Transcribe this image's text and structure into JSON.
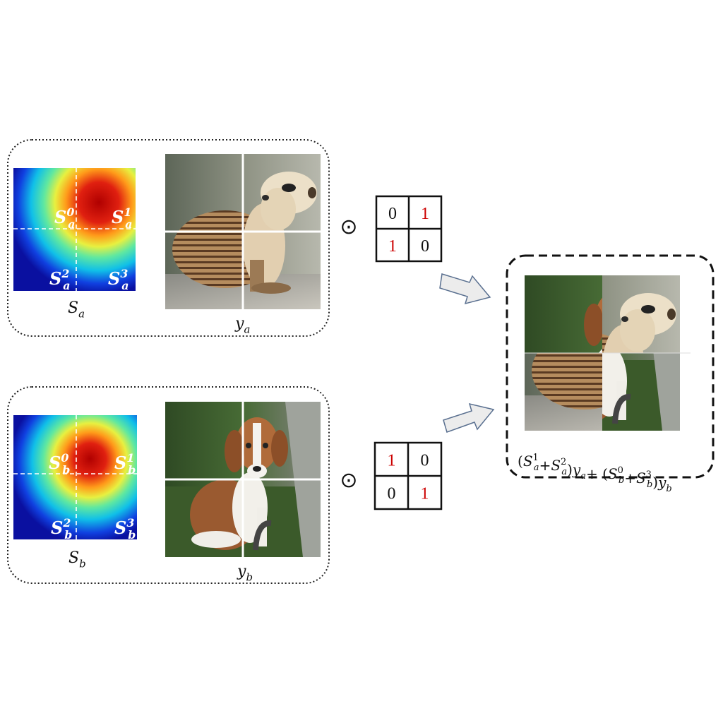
{
  "panel_a": {
    "heatmap_caption": {
      "base": "S",
      "sub": "a"
    },
    "image_caption": {
      "base": "y",
      "sub": "a"
    },
    "quadrant_labels": [
      {
        "base": "S",
        "sup": "0",
        "sub": "a"
      },
      {
        "base": "S",
        "sup": "1",
        "sub": "a"
      },
      {
        "base": "S",
        "sup": "2",
        "sub": "a"
      },
      {
        "base": "S",
        "sup": "3",
        "sub": "a"
      }
    ],
    "image_subject": "meerkat"
  },
  "panel_b": {
    "heatmap_caption": {
      "base": "S",
      "sub": "b"
    },
    "image_caption": {
      "base": "y",
      "sub": "b"
    },
    "quadrant_labels": [
      {
        "base": "S",
        "sup": "0",
        "sub": "b"
      },
      {
        "base": "S",
        "sup": "1",
        "sub": "b"
      },
      {
        "base": "S",
        "sup": "2",
        "sub": "b"
      },
      {
        "base": "S",
        "sup": "3",
        "sub": "b"
      }
    ],
    "image_subject": "beagle puppy"
  },
  "operator_symbol": "⊙",
  "mask_a": [
    [
      "0",
      "1"
    ],
    [
      "1",
      "0"
    ]
  ],
  "mask_b": [
    [
      "1",
      "0"
    ],
    [
      "0",
      "1"
    ]
  ],
  "mask_colors": {
    "one": "#cc0000",
    "zero": "#111111"
  },
  "result": {
    "formula_parts": [
      {
        "t": "("
      },
      {
        "base": "S",
        "sup": "1",
        "sub": "a"
      },
      {
        "t": "+"
      },
      {
        "base": "S",
        "sup": "2",
        "sub": "a"
      },
      {
        "t": ")"
      },
      {
        "base": "y",
        "sub": "a"
      },
      {
        "t": "+ ("
      },
      {
        "base": "S",
        "sup": "0",
        "sub": "b"
      },
      {
        "t": "+"
      },
      {
        "base": "S",
        "sup": "3",
        "sub": "b"
      },
      {
        "t": ")"
      },
      {
        "base": "y",
        "sub": "b"
      }
    ]
  }
}
